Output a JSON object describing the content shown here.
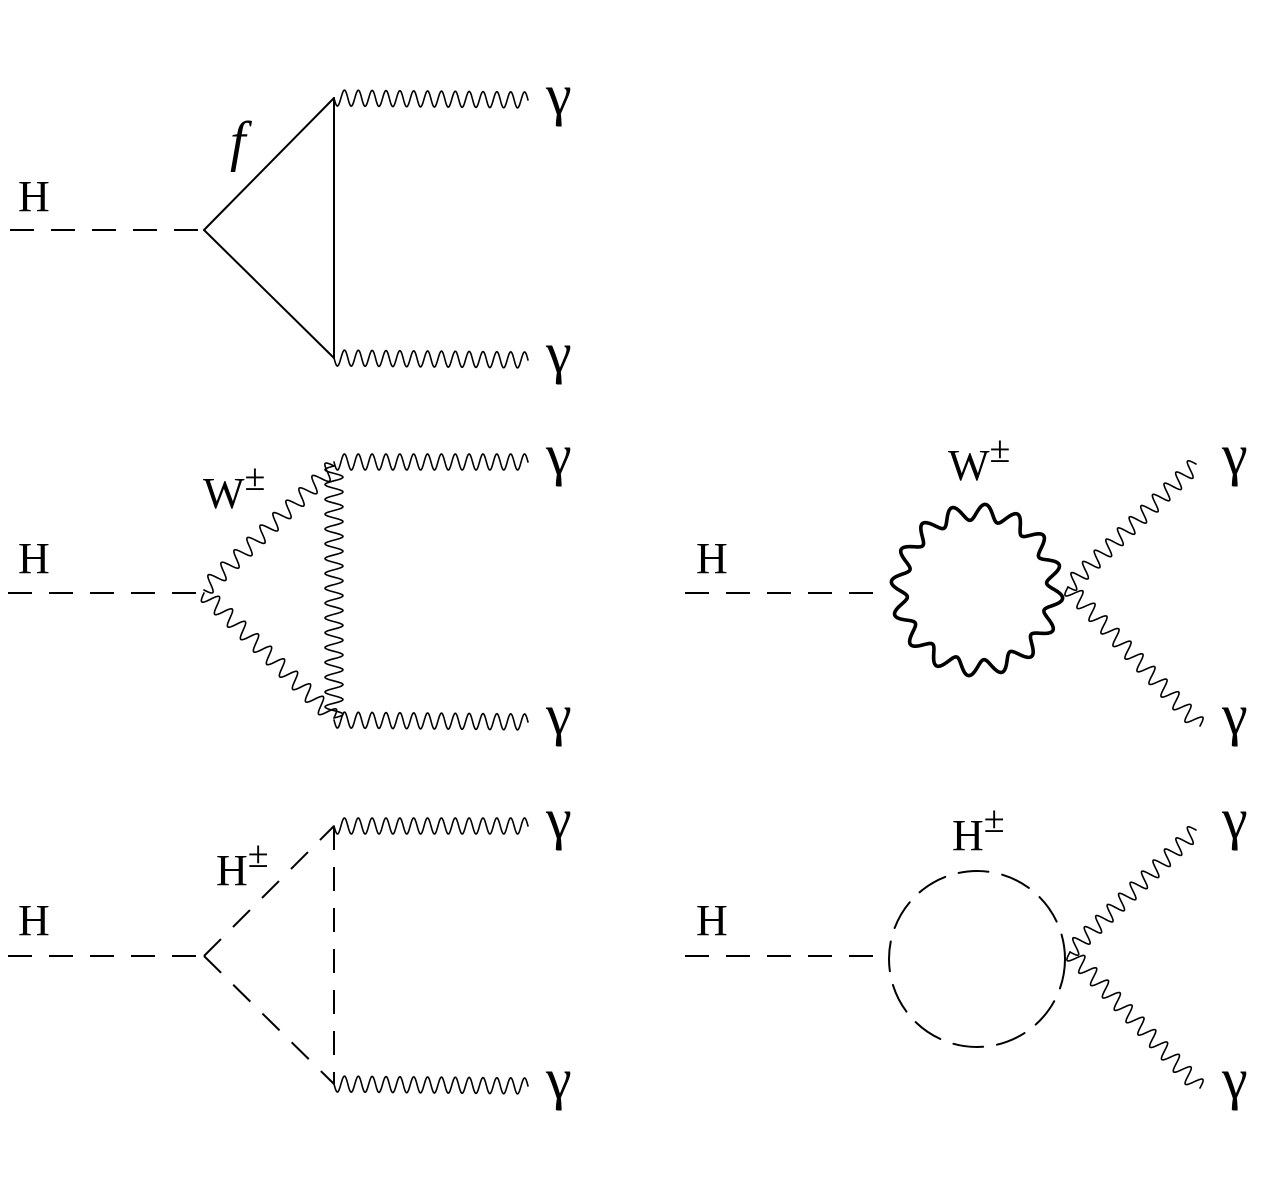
{
  "diagrams": [
    {
      "id": "fermion-triangle",
      "labels": {
        "incoming": "H",
        "loop": "f",
        "outgoing_top": "γ",
        "outgoing_bottom": "γ"
      }
    },
    {
      "id": "w-triangle",
      "labels": {
        "incoming": "H",
        "loop": "W",
        "loop_sup": "±",
        "outgoing_top": "γ",
        "outgoing_bottom": "γ"
      }
    },
    {
      "id": "w-bubble",
      "labels": {
        "incoming": "H",
        "loop": "W",
        "loop_sup": "±",
        "outgoing_top": "γ",
        "outgoing_bottom": "γ"
      }
    },
    {
      "id": "charged-higgs-triangle",
      "labels": {
        "incoming": "H",
        "loop": "H",
        "loop_sup": "±",
        "outgoing_top": "γ",
        "outgoing_bottom": "γ"
      }
    },
    {
      "id": "charged-higgs-bubble",
      "labels": {
        "incoming": "H",
        "loop": "H",
        "loop_sup": "±",
        "outgoing_top": "γ",
        "outgoing_bottom": "γ"
      }
    }
  ]
}
